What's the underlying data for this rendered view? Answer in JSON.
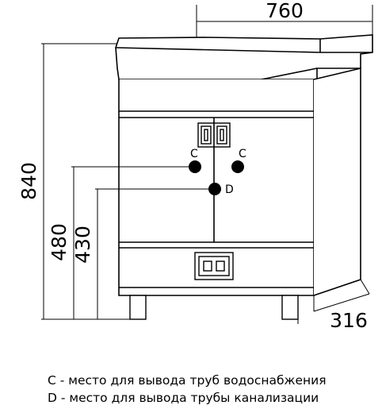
{
  "dimensions": {
    "width": "760",
    "height_total": "840",
    "height_water": "480",
    "height_drain": "430",
    "depth": "316"
  },
  "markers": {
    "water_left": "C",
    "water_right": "C",
    "drain": "D"
  },
  "legend": {
    "line1": "C - место для вывода труб водоснабжения",
    "line2": "D - место для вывода трубы канализации"
  }
}
